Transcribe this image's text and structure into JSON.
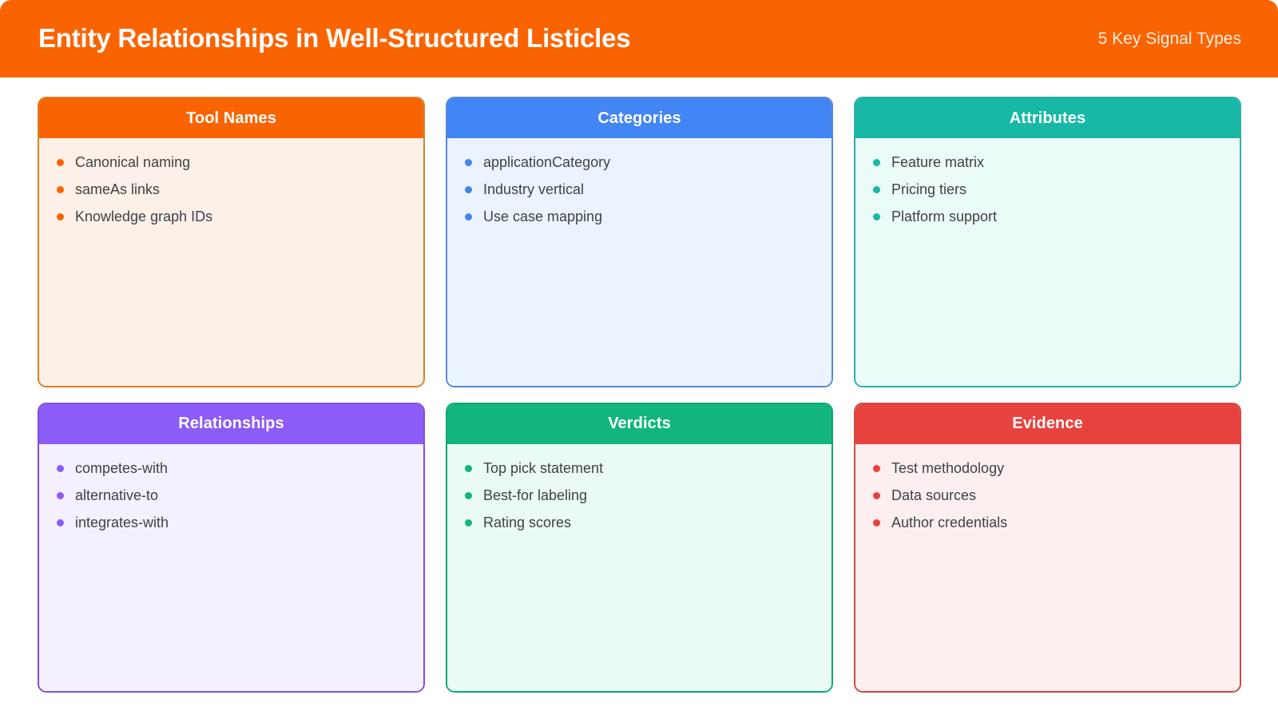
{
  "header": {
    "title": "Entity Relationships in Well-Structured Listicles",
    "subtitle": "5 Key Signal Types",
    "background_color": "#FA6400",
    "title_color": "#FFFFFF",
    "subtitle_color": "#FFEDE0"
  },
  "cards": [
    {
      "title": "Tool Names",
      "accent_color": "#FA6400",
      "body_color": "#FDF0E8",
      "border_color": "#D98227",
      "items": [
        "Canonical naming",
        "sameAs links",
        "Knowledge graph IDs"
      ]
    },
    {
      "title": "Categories",
      "accent_color": "#4285F4",
      "body_color": "#EBF3FE",
      "border_color": "#5B87D6",
      "items": [
        "applicationCategory",
        "Industry vertical",
        "Use case mapping"
      ]
    },
    {
      "title": "Attributes",
      "accent_color": "#17B8A6",
      "body_color": "#EBFCF8",
      "border_color": "#2FAFA2",
      "items": [
        "Feature matrix",
        "Pricing tiers",
        "Platform support"
      ]
    },
    {
      "title": "Relationships",
      "accent_color": "#8B5CF6",
      "body_color": "#F4F0FE",
      "border_color": "#8050D8",
      "items": [
        "competes-with",
        "alternative-to",
        "integrates-with"
      ]
    },
    {
      "title": "Verdicts",
      "accent_color": "#12B57E",
      "body_color": "#E9FBF2",
      "border_color": "#12A679",
      "items": [
        "Top pick statement",
        "Best-for labeling",
        "Rating scores"
      ]
    },
    {
      "title": "Evidence",
      "accent_color": "#E8423F",
      "body_color": "#FDEFEF",
      "border_color": "#CE4B44",
      "items": [
        "Test methodology",
        "Data sources",
        "Author credentials"
      ]
    }
  ]
}
